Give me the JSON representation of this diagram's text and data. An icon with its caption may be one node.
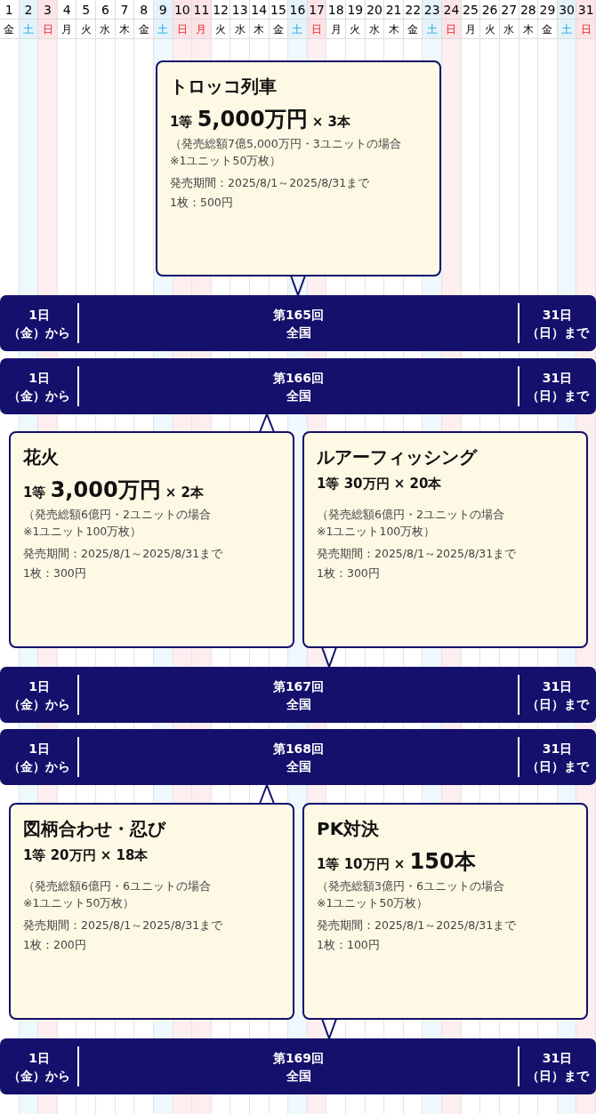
{
  "diagram": {
    "nodes": [
      {
        "text": [
          "トロッコ列車",
          "1等 **5,000万円** × 3本",
          "（発売総額7億5,000万円・3ユニットの場合",
          "※1ユニット50万枚）",
          "発売期間：2025/8/1～2025/8/31まで",
          "1枚：500円"
        ]
      },
      {
        "text": [
          "1日",
          "（金）から",
          "第165回",
          "全国",
          "31日",
          "（日）まで"
        ]
      },
      {
        "text": [
          "1日",
          "（金）から",
          "第166回",
          "全国",
          "31日",
          "（日）まで"
        ]
      },
      {
        "text": [
          "花火",
          "1等 **3,000万円** × 2本",
          "（発売総額6億円・2ユニットの場合",
          "※1ユニット100万枚）",
          "発売期間：2025/8/1～2025/8/31まで",
          "1枚：300円"
        ]
      },
      {
        "text": [
          "ルアーフィッシング",
          "1等 30万円 × 20本",
          "（発売総額6億円・2ユニットの場合",
          "※1ユニット100万枚）",
          "発売期間：2025/8/1～2025/8/31まで",
          "1枚：300円"
        ]
      },
      {
        "text": [
          "1日",
          "（金）から",
          "第167回",
          "全国",
          "31日",
          "（日）まで"
        ]
      },
      {
        "text": [
          "1日",
          "（金）から",
          "第168回",
          "全国",
          "31日",
          "（日）まで"
        ]
      },
      {
        "text": [
          "図柄合わせ・忍び",
          "1等 20万円 × 18本",
          "（発売総額6億円・6ユニットの場合",
          "※1ユニット50万枚）",
          "発売期間：2025/8/1～2025/8/31まで",
          "1枚：200円"
        ]
      },
      {
        "text": [
          "PK対決",
          "1等 10万円 × **150本**",
          "（発売総額3億円・6ユニットの場合",
          "※1ユニット50万枚）",
          "発売期間：2025/8/1～2025/8/31まで",
          "1枚：100円"
        ]
      },
      {
        "text": [
          "1日",
          "（金）から",
          "第169回",
          "全国",
          "31日",
          "（日）まで"
        ]
      }
    ],
    "edges": [
      {
        "from": 0,
        "to": 1,
        "arrow": "to"
      },
      {
        "from": 3,
        "to": 2,
        "arrow": "to"
      },
      {
        "from": 4,
        "to": 5,
        "arrow": "to"
      },
      {
        "from": 7,
        "to": 6,
        "arrow": "to"
      },
      {
        "from": 8,
        "to": 9,
        "arrow": "to"
      }
    ],
    "labels": [
      "1",
      "2",
      "3",
      "4",
      "5",
      "6",
      "7",
      "8",
      "9",
      "10",
      "11",
      "12",
      "13",
      "14",
      "15",
      "16",
      "17",
      "18",
      "19",
      "20",
      "21",
      "22",
      "23",
      "24",
      "25",
      "26",
      "27",
      "28",
      "29",
      "30",
      "31",
      "金",
      "土",
      "日",
      "月",
      "火",
      "水",
      "木",
      "金",
      "土",
      "日",
      "月",
      "火",
      "水",
      "木",
      "金",
      "土",
      "日",
      "月",
      "火",
      "水",
      "木",
      "金",
      "土",
      "日",
      "月",
      "火",
      "水",
      "木",
      "金",
      "土",
      "日"
    ]
  }
}
